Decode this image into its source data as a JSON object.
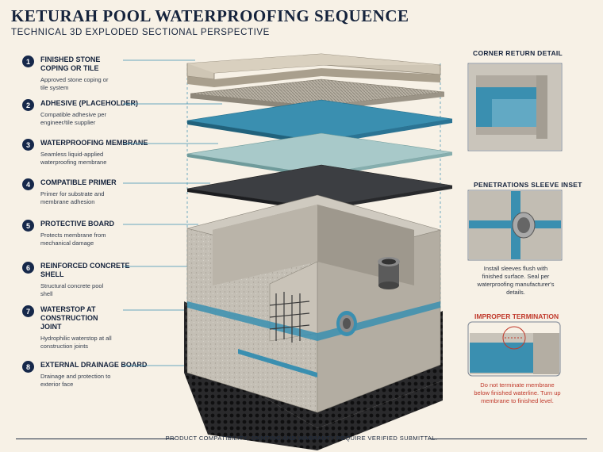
{
  "header": {
    "title": "KETURAH POOL WATERPROOFING SEQUENCE",
    "subtitle": "TECHNICAL 3D EXPLODED SECTIONAL PERSPECTIVE"
  },
  "steps": [
    {
      "num": "1",
      "label": "FINISHED STONE COPING OR TILE",
      "desc": "Approved stone coping or tile system"
    },
    {
      "num": "2",
      "label": "ADHESIVE (PLACEHOLDER)",
      "desc": "Compatible adhesive per engineer/tile supplier"
    },
    {
      "num": "3",
      "label": "WATERPROOFING MEMBRANE",
      "desc": "Seamless liquid-applied waterproofing membrane"
    },
    {
      "num": "4",
      "label": "COMPATIBLE PRIMER",
      "desc": "Primer for substrate and membrane adhesion"
    },
    {
      "num": "5",
      "label": "PROTECTIVE BOARD",
      "desc": "Protects membrane from mechanical damage"
    },
    {
      "num": "6",
      "label": "REINFORCED CONCRETE SHELL",
      "desc": "Structural concrete pool shell"
    },
    {
      "num": "7",
      "label": "WATERSTOP AT CONSTRUCTION JOINT",
      "desc": "Hydrophilic waterstop at all construction joints"
    },
    {
      "num": "8",
      "label": "EXTERNAL DRAINAGE BOARD",
      "desc": "Drainage and protection to exterior face"
    }
  ],
  "insets": {
    "corner": {
      "title": "CORNER RETURN DETAIL"
    },
    "penetration": {
      "title": "PENETRATIONS SLEEVE INSET",
      "note": "Install sleeves flush with finished surface. Seal per waterproofing manufacturer's details."
    },
    "improper": {
      "title": "IMPROPER TERMINATION",
      "note": "Do not terminate membrane below finished waterline. Turn up membrane to finished level."
    }
  },
  "footer": {
    "text": "PRODUCT COMPATIBILITY, JOINTING AND WARRANTY REQUIRE VERIFIED SUBMITTAL."
  },
  "colors": {
    "navy": "#16284a",
    "membrane": "#3a8fb0",
    "warning": "#c0392b",
    "concrete": "#bdb8ae"
  }
}
